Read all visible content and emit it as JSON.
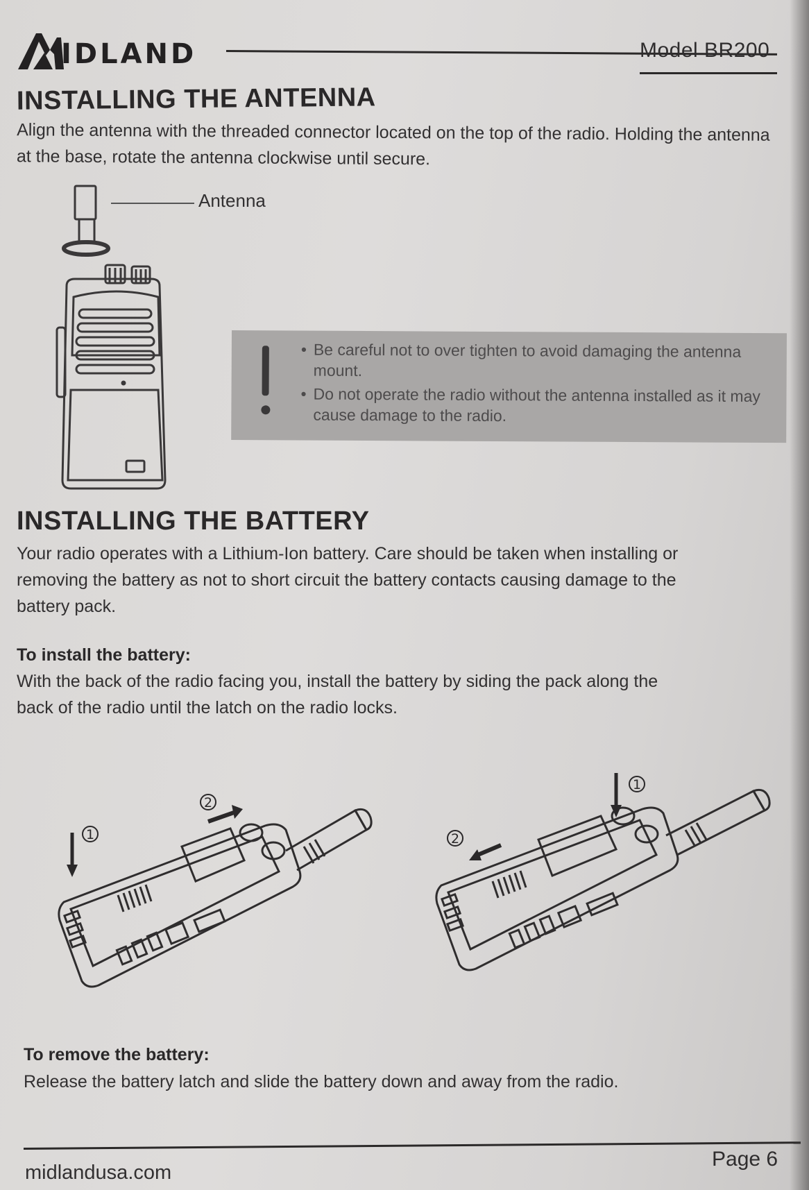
{
  "header": {
    "brand": "IDLAND",
    "model": "Model BR200"
  },
  "antenna_section": {
    "title": "INSTALLING THE ANTENNA",
    "body": "Align the antenna with the threaded connector located on the top of the radio. Holding the antenna at the base, rotate the antenna clockwise until secure.",
    "figure_label": "Antenna",
    "warnings": [
      "Be careful not to over tighten to avoid damaging the antenna mount.",
      "Do not operate the radio without the antenna installed as it may cause damage to the radio."
    ]
  },
  "battery_section": {
    "title": "INSTALLING THE BATTERY",
    "body": "Your radio operates with a Lithium-Ion battery.  Care should be taken when installing or removing the battery as not to short circuit the battery contacts causing damage to the battery pack.",
    "install_heading": "To install the battery:",
    "install_body": "With the back of the radio facing you, install the battery by siding the pack along the back of the radio until the latch on the radio locks.",
    "step_markers": [
      "①",
      "②"
    ],
    "remove_heading": "To remove the battery:",
    "remove_body": "Release the battery latch and slide the battery down and away from the radio."
  },
  "footer": {
    "url": "midlandusa.com",
    "page": "Page 6"
  },
  "colors": {
    "paper": "#dcdad9",
    "ink": "#2c2a2b",
    "warning_box": "#a9a7a6"
  }
}
